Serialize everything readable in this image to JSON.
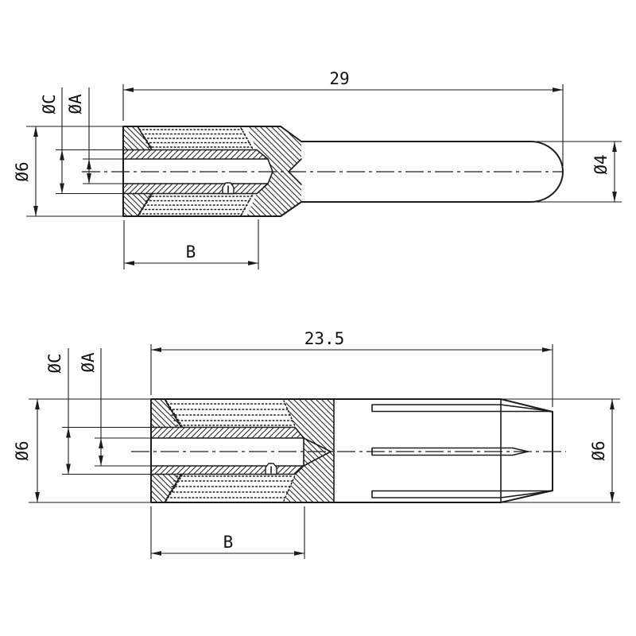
{
  "drawing": {
    "view_top": {
      "dim_length": "29",
      "dim_od": "Ø6",
      "dim_bore_c": "ØC",
      "dim_bore_a": "ØA",
      "dim_pin": "Ø4",
      "dim_crimp": "B"
    },
    "view_bottom": {
      "dim_length": "23.5",
      "dim_od_left": "Ø6",
      "dim_bore_c": "ØC",
      "dim_bore_a": "ØA",
      "dim_od_right": "Ø6",
      "dim_crimp": "B"
    }
  }
}
